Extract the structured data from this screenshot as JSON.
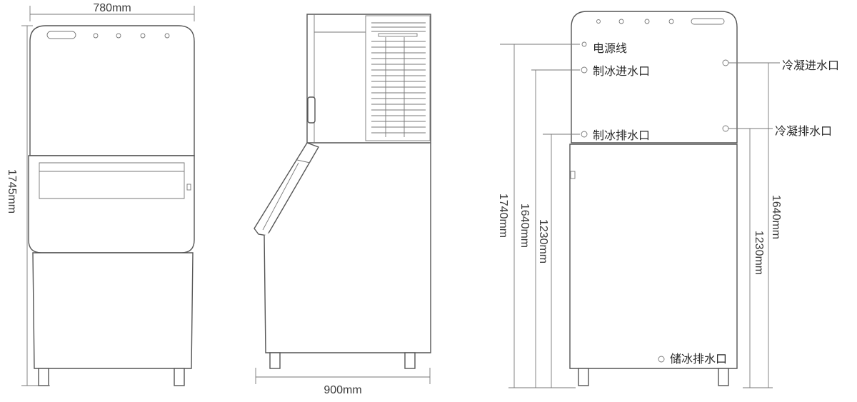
{
  "front_view": {
    "width_label": "780mm",
    "height_label": "1745mm"
  },
  "side_view": {
    "depth_label": "900mm"
  },
  "back_view": {
    "total_height_label": "1740mm",
    "inlet_height_left_label": "1640mm",
    "drain_height_left_label": "1230mm",
    "inlet_height_right_label": "1640mm",
    "drain_height_right_label": "1230mm",
    "ports": {
      "power": "电源线",
      "ice_water_inlet": "制冰进水口",
      "ice_water_drain": "制冰排水口",
      "cond_water_inlet": "冷凝进水口",
      "cond_water_drain": "冷凝排水口",
      "storage_drain": "储冰排水口"
    }
  }
}
